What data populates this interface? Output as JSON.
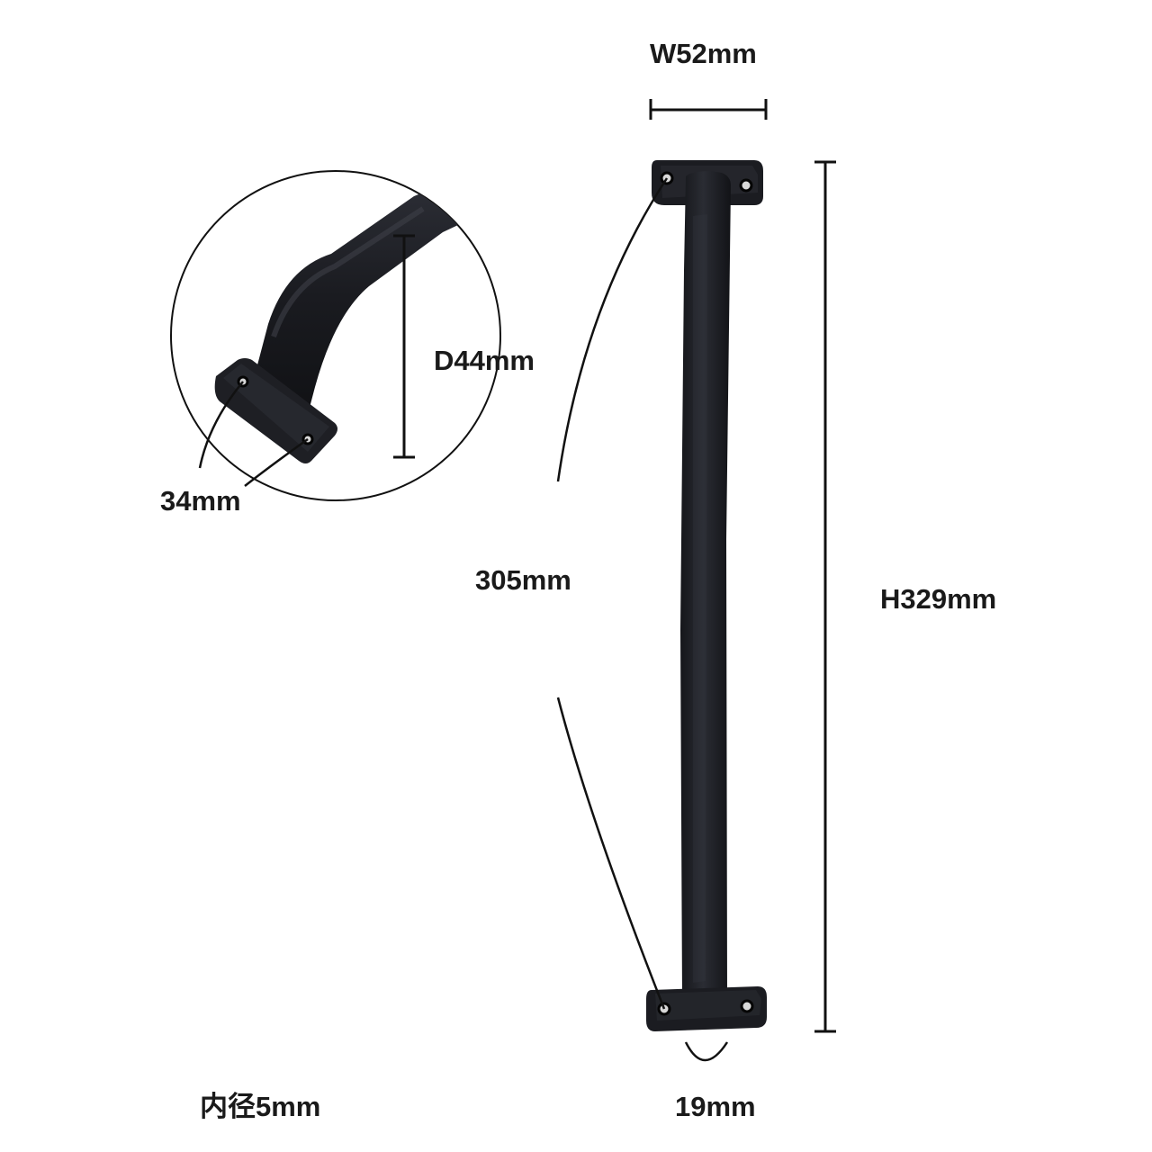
{
  "labels": {
    "width": "W52mm",
    "depth": "D44mm",
    "hole_pitch": "34mm",
    "inner_length": "305mm",
    "height": "H329mm",
    "bar_width": "19mm",
    "hole_diameter": "内径5mm"
  },
  "colors": {
    "iron": "#1c1d22",
    "iron_highlight": "#3a3c44",
    "line": "#111111",
    "background": "#ffffff"
  }
}
